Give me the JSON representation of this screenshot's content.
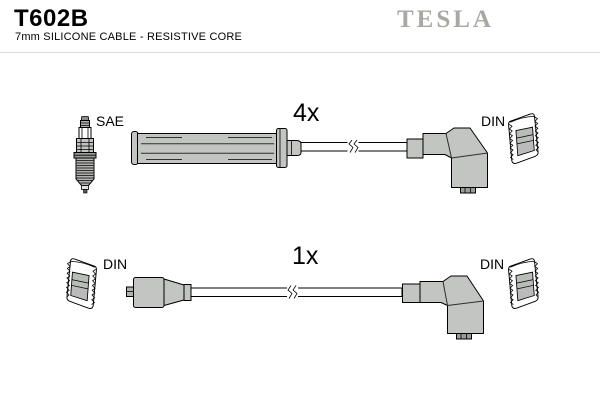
{
  "product": {
    "part_number": "T602B",
    "description": "7mm SILICONE CABLE - RESISTIVE CORE",
    "brand": "TESLA"
  },
  "diagram": {
    "rows": [
      {
        "quantity": "4x",
        "left_label": "SAE",
        "right_label": "DIN",
        "left_icon": "spark-plug-icon",
        "right_icon": "din-socket-icon",
        "left_end": "straight-boot",
        "right_end": "elbow-boot"
      },
      {
        "quantity": "1x",
        "left_label": "DIN",
        "right_label": "DIN",
        "left_icon": "din-socket-icon",
        "right_icon": "din-socket-icon",
        "left_end": "distributor-boot",
        "right_end": "elbow-boot"
      }
    ]
  },
  "colors": {
    "boot_fill": "#c2c5c1",
    "logo_gray": "#a7aaa3",
    "outline": "#000000",
    "divider_line": "#dcdcdc",
    "background": "#ffffff"
  }
}
